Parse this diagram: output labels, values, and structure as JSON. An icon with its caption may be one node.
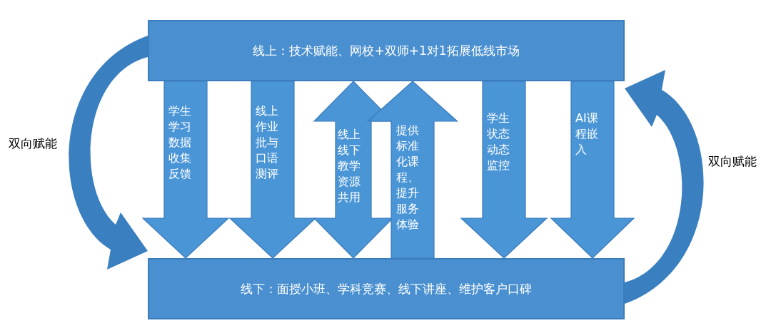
{
  "diagram": {
    "nodes": [
      {
        "text": [
          "线上：技术赋能、网校+双师+1对1拓展低线市场"
        ]
      },
      {
        "text": [
          "线下：面授小班、学科竞赛、线下讲座、维护客户口碑"
        ]
      }
    ],
    "edges": [
      {
        "from": 0,
        "to": 1,
        "arrow": "to",
        "label": "双向赋能"
      },
      {
        "from": 0,
        "to": 1,
        "arrow": "to",
        "label": "学生学习数据收集反馈"
      },
      {
        "from": 0,
        "to": 1,
        "arrow": "to",
        "label": "线上作业批与口语测评"
      },
      {
        "from": 0,
        "to": 1,
        "arrow": "both",
        "label": "线上线下教学资源共用"
      },
      {
        "from": 1,
        "to": 0,
        "arrow": "to",
        "label": "提供标准化课程、提升服务体验"
      },
      {
        "from": 0,
        "to": 1,
        "arrow": "to",
        "label": "学生状态动态监控"
      },
      {
        "from": 0,
        "to": 1,
        "arrow": "to",
        "label": "AI课程嵌入"
      },
      {
        "from": 1,
        "to": 0,
        "arrow": "to",
        "label": "双向赋能"
      }
    ]
  }
}
